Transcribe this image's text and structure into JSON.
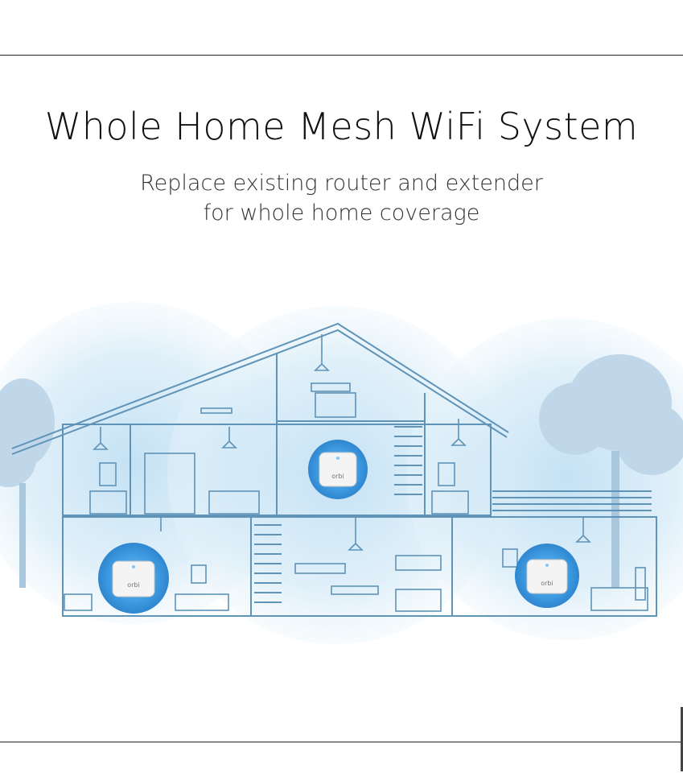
{
  "headline": "Whole Home Mesh WiFi System",
  "subtitle": {
    "line1": "Replace existing router and extender",
    "line2": "for whole home coverage"
  },
  "device": {
    "brand_label": "orbi"
  },
  "colors": {
    "coverage": "#cfe6f4",
    "coverage_core": "#8cc5e8",
    "device_glow": "#2f8fd6",
    "line": "#6a9fc2",
    "tree": "#b8d3e6"
  },
  "icons": [
    "house-illustration",
    "router-icon",
    "tree-icon",
    "wifi-coverage-circle"
  ]
}
